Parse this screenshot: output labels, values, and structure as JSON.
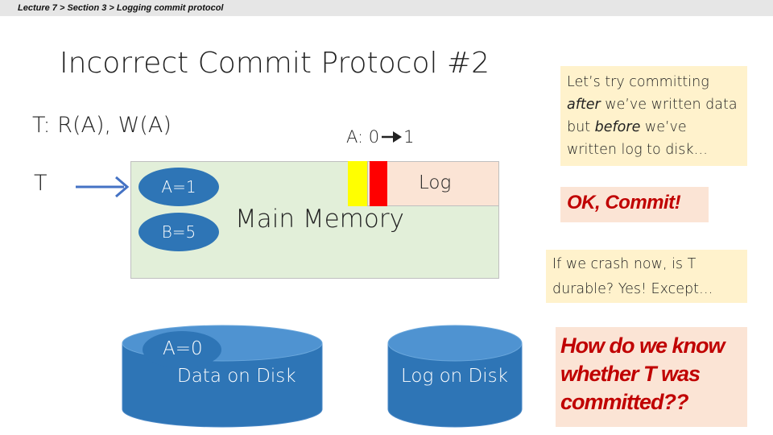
{
  "breadcrumb": "Lecture 7 > Section 3 > Logging commit protocol",
  "title": "Incorrect Commit Protocol #2",
  "transaction_label": "T: R(A), W(A)",
  "t_label": "T",
  "memory": {
    "a_change": "A: 0",
    "a_change_to": "1",
    "log_label": "Log",
    "a_value": "A=1",
    "b_value": "B=5",
    "label": "Main Memory"
  },
  "disk": {
    "data_value": "A=0",
    "data_label": "Data on Disk",
    "log_label": "Log on Disk"
  },
  "notes": {
    "note1_part1": "Let’s try committing ",
    "note1_em1": "after",
    "note1_part2": " we’ve written data but ",
    "note1_em2": "before",
    "note1_part3": " we’ve written log to disk…",
    "ok_commit": "OK, Commit!",
    "crash_question": "If we crash now, is T durable?  Yes!  Except…",
    "how_question": "How do we know whether T was committed??"
  },
  "colors": {
    "memory_bg": "#e2efd9",
    "log_bg": "#fbe4d5",
    "note_bg": "#fff2cc",
    "blue": "#2e75b6",
    "red_text": "#c00000",
    "yellow_block": "#ffff00",
    "red_block": "#ff0000"
  }
}
